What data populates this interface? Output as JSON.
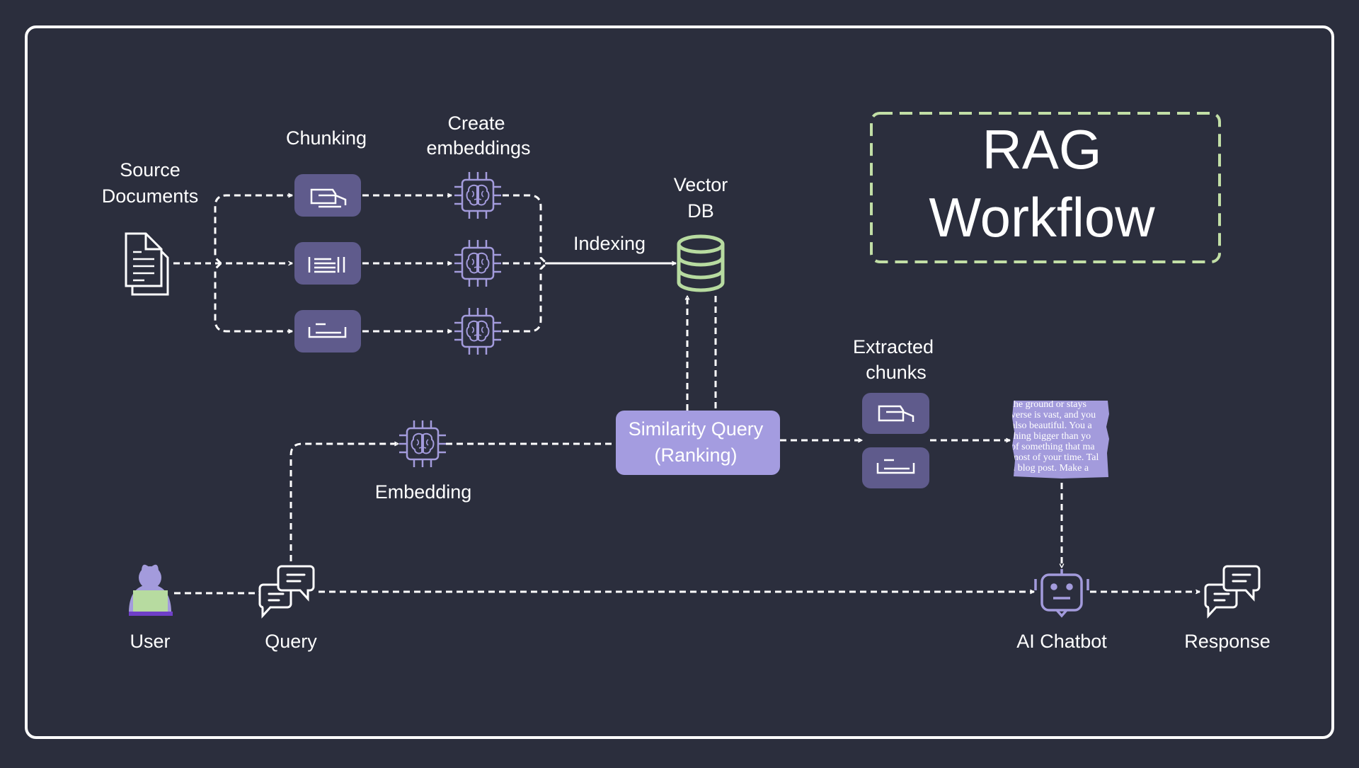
{
  "title": {
    "line1": "RAG",
    "line2": "Workflow"
  },
  "labels": {
    "source_documents": [
      "Source",
      "Documents"
    ],
    "chunking": "Chunking",
    "create_embeddings": [
      "Create",
      "embeddings"
    ],
    "vector_db": [
      "Vector",
      "DB"
    ],
    "indexing": "Indexing",
    "extracted_chunks": [
      "Extracted",
      "chunks"
    ],
    "embedding": "Embedding",
    "similarity_query": [
      "Similarity Query",
      "(Ranking)"
    ],
    "user": "User",
    "query": "Query",
    "ai_chatbot": "AI Chatbot",
    "response": "Response"
  },
  "context_snippet": [
    "the ground or stays",
    "verse is vast, and you",
    "also beautiful. You a",
    "thing bigger than yo",
    "of something that ma",
    "most of your time. Tal",
    "a blog post. Make a"
  ],
  "icons": {
    "source": "document-icon",
    "chunks": [
      "chunk-icon",
      "chunk-lines-icon",
      "chunk-tray-icon"
    ],
    "embedders": "brain-chip-icon",
    "db": "database-icon",
    "user": "user-laptop-icon",
    "query": "chat-bubbles-icon",
    "bot": "robot-icon",
    "response": "chat-bubbles-icon"
  },
  "colors": {
    "background": "#2b2e3d",
    "frame": "#ffffff",
    "chunk_box": "#5f5b8c",
    "accent": "#a39bdc",
    "similarity_box": "#a49ce0",
    "db_green": "#b7dba0",
    "title_border": "#c2dfa6"
  }
}
